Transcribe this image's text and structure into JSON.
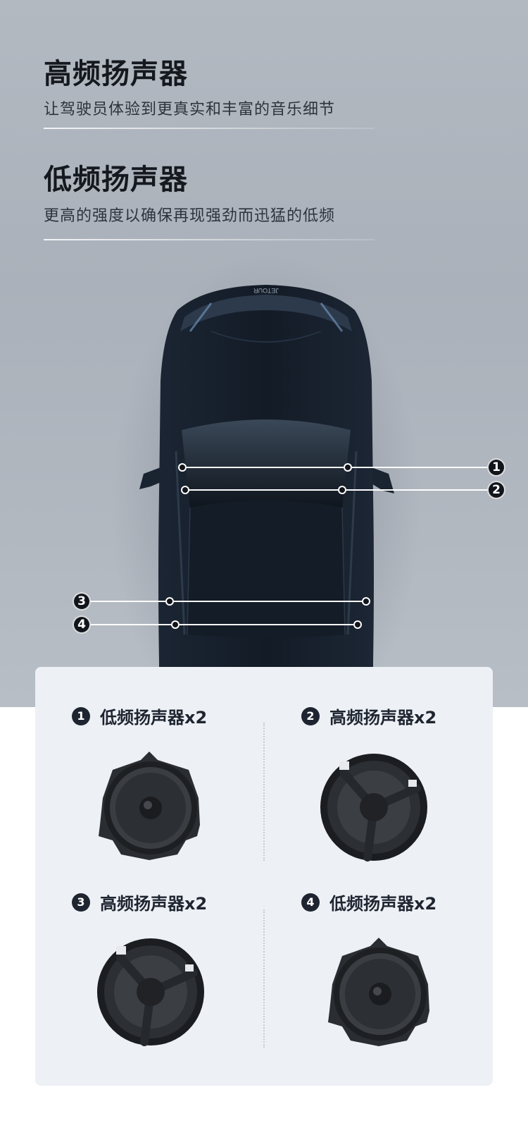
{
  "sections": [
    {
      "title": "高频扬声器",
      "subtitle": "让驾驶员体验到更真实和丰富的音乐细节"
    },
    {
      "title": "低频扬声器",
      "subtitle": "更高的强度以确保再现强劲而迅猛的低频"
    }
  ],
  "car": {
    "brand_text": "JETOUR",
    "callouts": [
      "1",
      "2",
      "3",
      "4"
    ]
  },
  "speakers": [
    {
      "num": "1",
      "label": "低频扬声器x2",
      "kind": "woofer"
    },
    {
      "num": "2",
      "label": "高频扬声器x2",
      "kind": "tweeter"
    },
    {
      "num": "3",
      "label": "高频扬声器x2",
      "kind": "tweeter"
    },
    {
      "num": "4",
      "label": "低频扬声器x2",
      "kind": "woofer"
    }
  ]
}
